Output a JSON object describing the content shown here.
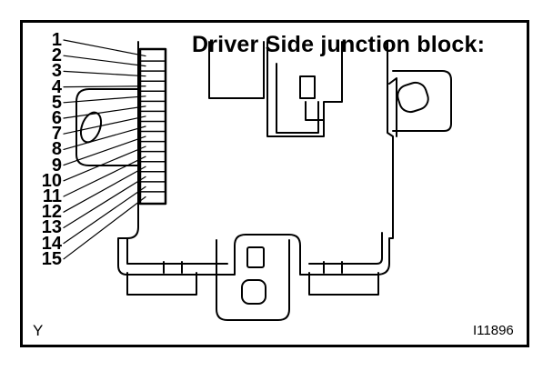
{
  "title": "Driver Side junction block:",
  "connector_pins": [
    "1",
    "2",
    "3",
    "4",
    "5",
    "6",
    "7",
    "8",
    "9",
    "10",
    "11",
    "12",
    "13",
    "14",
    "15"
  ],
  "corner_left_code": "Y",
  "corner_right_code": "I11896",
  "line_color": "#000000"
}
